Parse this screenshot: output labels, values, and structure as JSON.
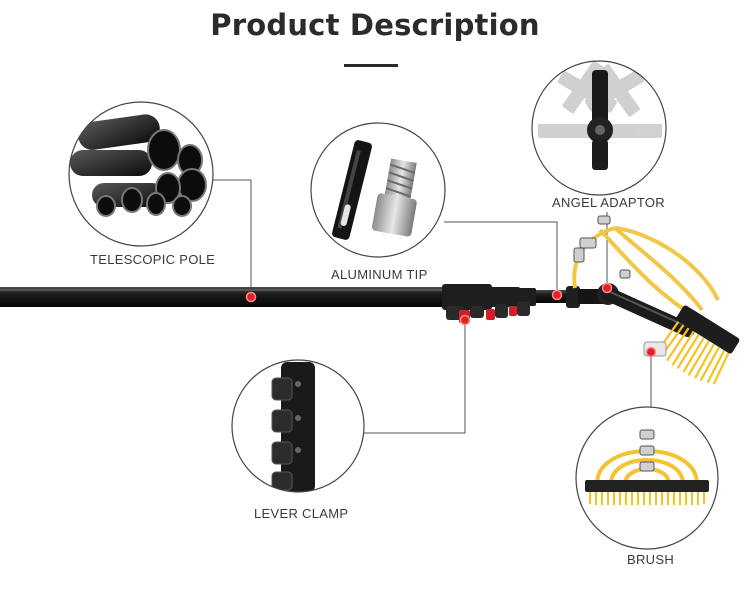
{
  "header": {
    "title": "Product Description"
  },
  "labels": {
    "telescopic_pole": "TELESCOPIC POLE",
    "aluminum_tip": "ALUMINUM TIP",
    "angel_adaptor": "ANGEL ADAPTOR",
    "lever_clamp": "LEVER CLAMP",
    "brush": "BRUSH"
  },
  "colors": {
    "marker": "#e0202a",
    "pole": "#1b1b1b",
    "bristle": "#f6c21c",
    "hose": "#f2c646",
    "leader": "#555555"
  }
}
